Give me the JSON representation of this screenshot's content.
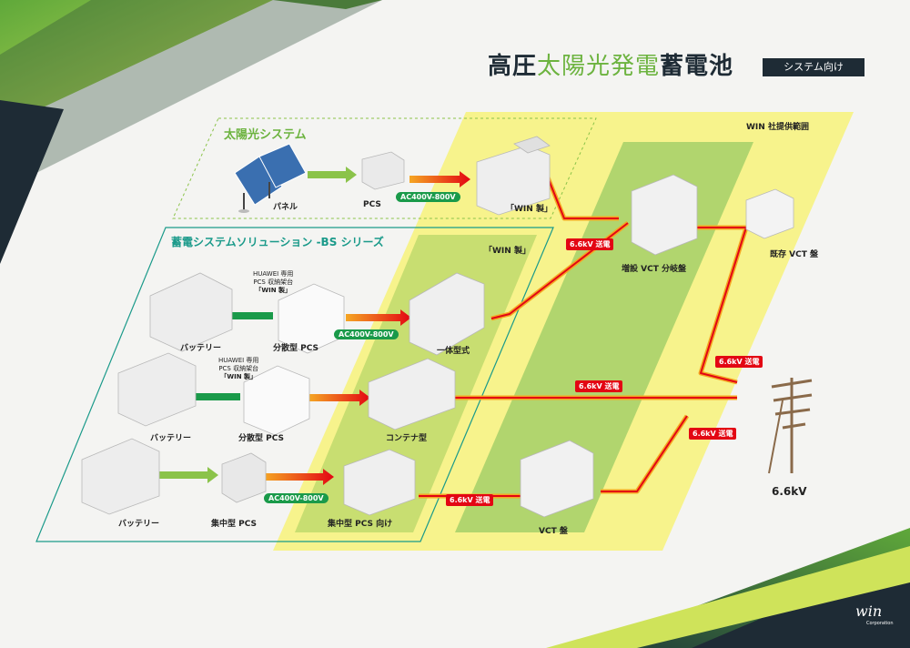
{
  "title": {
    "part1": "高圧",
    "part2": "太陽光発電",
    "part3": "蓄電池",
    "subtitle": "システム向け"
  },
  "scope_label": "WIN 社提供範囲",
  "solar_section": {
    "title": "太陽光システム",
    "panel_label": "パネル",
    "pcs_label": "PCS",
    "cabinet_label": "「WIN 製」",
    "ac_tag": "AC400V-800V"
  },
  "storage_section": {
    "title": "蓄電システムソリューション -BS シリーズ",
    "win_made": "「WIN 製」",
    "row1": {
      "battery_label": "バッテリー",
      "pcs_label": "分散型 PCS",
      "note_line1": "HUAWEI 専用",
      "note_line2": "PCS 収納架台",
      "note_line3": "「WIN 製」",
      "unit_label": "一体型式",
      "ac_tag": "AC400V-800V"
    },
    "row2": {
      "battery_label": "バッテリー",
      "pcs_label": "分散型 PCS",
      "note_line1": "HUAWEI 専用",
      "note_line2": "PCS 収納架台",
      "note_line3": "「WIN 製」",
      "unit_label": "コンテナ型"
    },
    "row3": {
      "battery_label": "バッテリー",
      "pcs_label": "集中型 PCS",
      "unit_label": "集中型 PCS 向け",
      "ac_tag": "AC400V-800V"
    }
  },
  "grid": {
    "vct_branch_label": "増設 VCT 分岐盤",
    "existing_vct_label": "既存 VCT 盤",
    "vct_label": "VCT 盤",
    "voltage_label": "6.6kV",
    "send_tag": "6.6kV 送電"
  },
  "logo": {
    "mark": "win",
    "sub": "Corporation"
  },
  "colors": {
    "dark": "#1e2b35",
    "accent_green": "#6cb33f",
    "yellow_zone": "#f7f27a",
    "green_zone": "#a9d26a",
    "teal": "#1a9a8a",
    "red": "#e30613",
    "tag_green": "#1a9a4a"
  }
}
